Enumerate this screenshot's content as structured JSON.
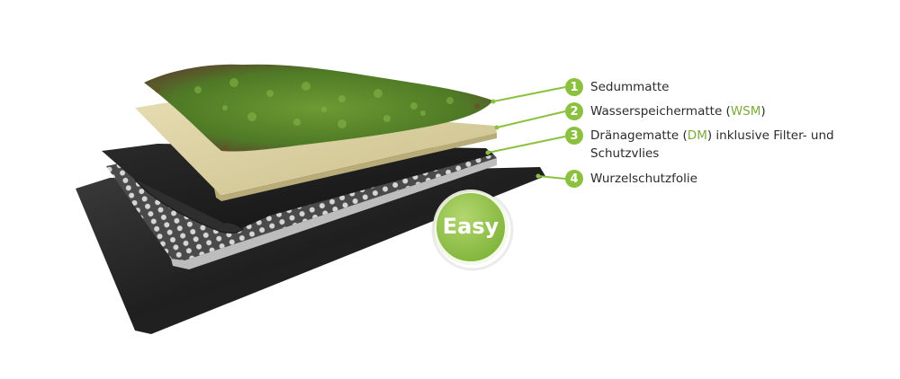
{
  "layers": [
    {
      "number": "1",
      "name": "Sedummatte",
      "abbr": "",
      "after": ""
    },
    {
      "number": "2",
      "name": "Wasserspeichermatte (",
      "abbr": "WSM",
      "after": ")"
    },
    {
      "number": "3",
      "name": "Dränagematte (",
      "abbr": "DM",
      "after": ") inklusive Filter- und"
    },
    {
      "number": "4",
      "name": "Wurzelschutzfolie",
      "abbr": "",
      "after": ""
    }
  ],
  "layer3_line2": "Schutzvlies",
  "badge": {
    "label": "Easy"
  },
  "colors": {
    "accent": "#8cc13f",
    "accent_text": "#7aaa3a",
    "sedum": "#5d8a2c",
    "mat": "#d9cfa2",
    "black": "#1e1e1e"
  }
}
